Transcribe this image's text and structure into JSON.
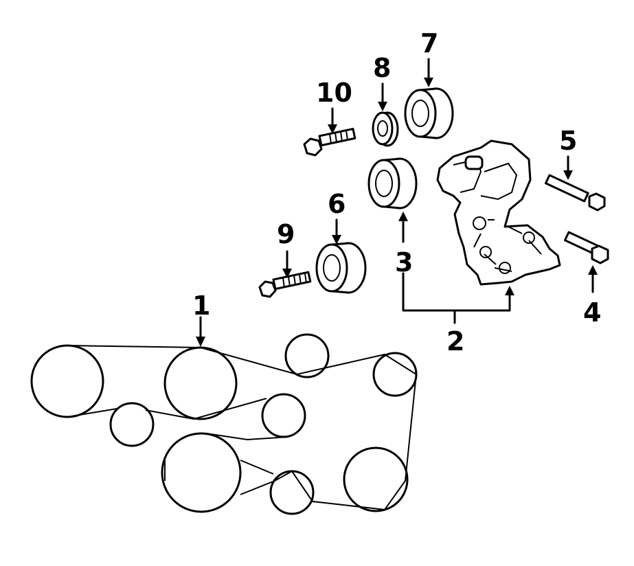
{
  "callouts": {
    "c1": "1",
    "c2": "2",
    "c3": "3",
    "c4": "4",
    "c5": "5",
    "c6": "6",
    "c7": "7",
    "c8": "8",
    "c9": "9",
    "c10": "10"
  },
  "parts": [
    {
      "number": "1",
      "depicts": "serpentine-belt"
    },
    {
      "number": "2",
      "depicts": "belt-tensioner-assembly"
    },
    {
      "number": "3",
      "depicts": "tensioner-pulley"
    },
    {
      "number": "4",
      "depicts": "bolt"
    },
    {
      "number": "5",
      "depicts": "bolt"
    },
    {
      "number": "6",
      "depicts": "idler-pulley"
    },
    {
      "number": "7",
      "depicts": "idler-pulley"
    },
    {
      "number": "8",
      "depicts": "pulley-cover"
    },
    {
      "number": "9",
      "depicts": "bolt"
    },
    {
      "number": "10",
      "depicts": "bolt"
    }
  ]
}
